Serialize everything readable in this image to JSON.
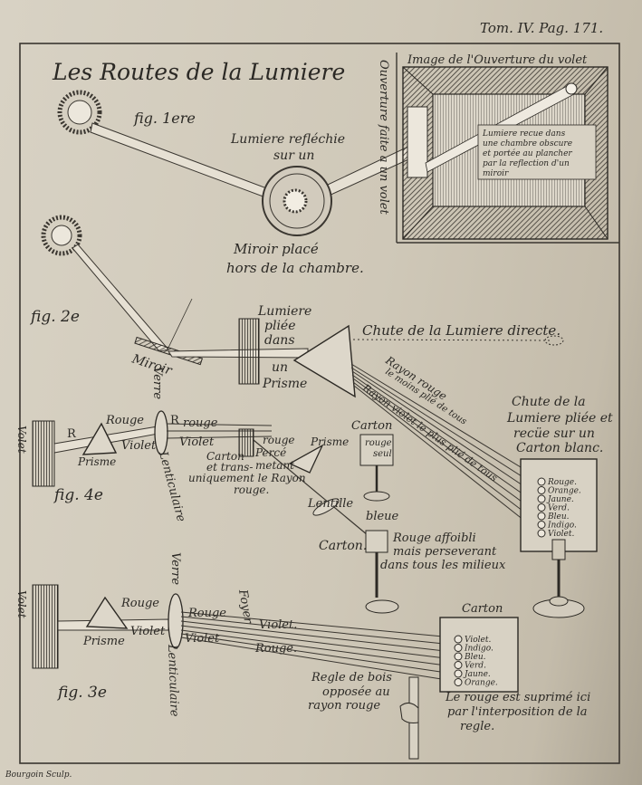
{
  "header": {
    "tome": "Tom. IV. Pag. 171.",
    "title": "Les Routes de la Lumiere",
    "engraver": "Bourgoin Sculp."
  },
  "fig1": {
    "label": "fig. 1ere",
    "reflected_l1": "Lumiere refléchie",
    "reflected_l2": "sur un",
    "mirror_l1": "Miroir placé",
    "mirror_l2": "hors de la chambre.",
    "image_title": "Image de l'Ouverture du volet",
    "opening_vertical": "Ouverture faite a un volet",
    "note": [
      "Lumiere recue dans",
      "une chambre obscure",
      "et portée au plancher",
      "par la reflection d'un",
      "miroir"
    ]
  },
  "fig2": {
    "label": "fig. 2e",
    "bent_light": [
      "Lumiere",
      "pliée",
      "dans",
      "un"
    ],
    "prism": "Prisme",
    "mirror": "Miroir",
    "direct_fall": "Chute de la Lumiere directe.",
    "ray_red_1": "Rayon rouge",
    "ray_red_2": "le moins plié de tous",
    "ray_violet": "Rayon violet le plus plié de tous",
    "fall_bent": [
      "Chute de la",
      "Lumiere pliée et",
      "recüe sur un",
      "Carton blanc."
    ],
    "colors": [
      "Rouge.",
      "Orange.",
      "Jaune.",
      "Verd.",
      "Bleu.",
      "Indigo.",
      "Violet."
    ]
  },
  "fig4": {
    "label": "fig. 4e",
    "volet": "Volet",
    "r1": "R",
    "r2": "R",
    "rouge1": "Rouge",
    "rouge2": "rouge",
    "rouge3": "rouge",
    "violet1": "Violet",
    "violet2": "Violet",
    "prisme1": "Prisme",
    "prisme2": "Prisme",
    "verre": "Verre",
    "lenticulaire": "Lenticulaire",
    "carton_text": [
      "Carton",
      "et trans-",
      "uniquement le Rayon",
      "rouge."
    ],
    "perce_text": [
      "Percé",
      "metant"
    ],
    "carton2": "Carton",
    "rouge_seul": [
      "rouge",
      "seul"
    ],
    "lentille": "Lentille",
    "bleue": "bleue",
    "carton3": "Carton.",
    "affoibli": [
      "Rouge affoibli",
      "mais perseverant",
      "dans tous les milieux"
    ]
  },
  "fig3": {
    "label": "fig. 3e",
    "volet": "Volet",
    "rouge1": "Rouge",
    "rouge2": "Rouge",
    "rouge3": "Rouge.",
    "violet1": "Violet",
    "violet2": "Violet",
    "violet3": "Violet.",
    "prisme": "Prisme",
    "verre": "Verre",
    "lenticulaire": "Lenticulaire",
    "foyer": "Foyer",
    "carton": "Carton",
    "colors": [
      "Violet.",
      "Indigo.",
      "Bleu.",
      "Verd.",
      "Jaune.",
      "Orange."
    ],
    "regle": [
      "Regle de bois",
      "opposée au",
      "rayon rouge"
    ],
    "suppressed": [
      "Le rouge est suprimé ici",
      "par l'interposition de la",
      "regle."
    ]
  }
}
